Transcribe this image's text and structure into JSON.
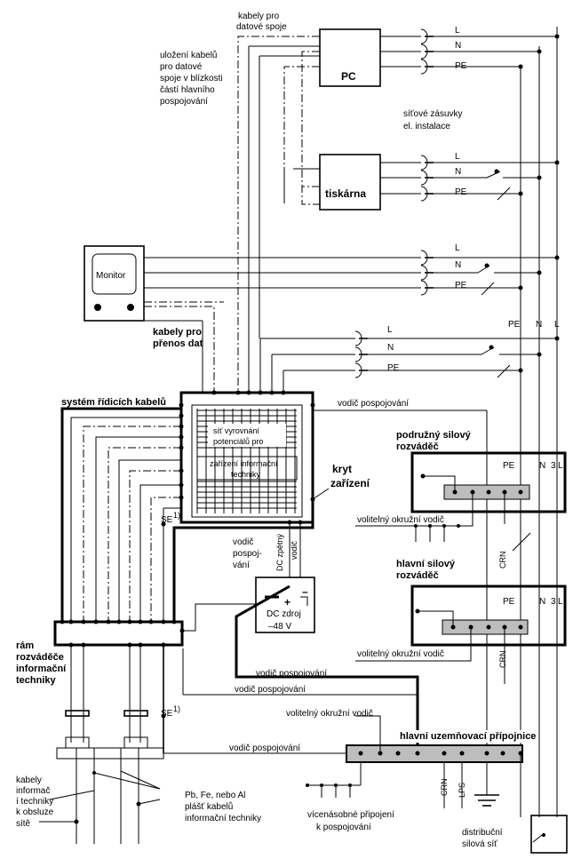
{
  "labels": {
    "data_cables_top": [
      "kabely pro",
      "datové spoje"
    ],
    "cable_routing_note": [
      "uložení kabelů",
      "pro datové",
      "spoje v blízkosti",
      "částí hlavního",
      "pospojování"
    ],
    "pc": "PC",
    "printer": "tiskárna",
    "monitor": "Monitor",
    "socket_note": [
      "síťové zásuvky",
      "el. instalace"
    ],
    "L": "L",
    "N": "N",
    "PE": "PE",
    "data_cables_transfer": [
      "kabely pro",
      "přenos dat"
    ],
    "control_cable_system": "systém řídicích kabelů",
    "potential_grid": [
      "síť vyrovnání",
      "potenciálů pro"
    ],
    "it_equipment": [
      "zařízení informační",
      "techniky"
    ],
    "equipment_cover": [
      "kryt",
      "zařízení"
    ],
    "bonding_conductor": "vodič pospojování",
    "sub_distribution": [
      "podružný silový",
      "rozváděč"
    ],
    "main_distribution": [
      "hlavní silový",
      "rozváděč"
    ],
    "optional_ring": "volitelný okružní vodič",
    "pe_n_3l": "PE N 3L",
    "se": "SE",
    "se_sup": "1)",
    "bonding_vertical": [
      "vodič",
      "pospoj-",
      "vání"
    ],
    "dc_return": [
      "DC zpětný",
      "vodič"
    ],
    "dc_source": [
      "DC zdroj",
      "–48 V"
    ],
    "it_frame": [
      "rám",
      "rozváděče",
      "informační",
      "techniky"
    ],
    "main_earth_bar": "hlavní uzemňovací přípojnice",
    "crn": "CRN",
    "lps": "LPS",
    "info_cables": [
      "kabely",
      "informač",
      "í techniky",
      "k obsluze",
      "sítě"
    ],
    "sheath": [
      "Pb, Fe, nebo Al",
      "plášť kabelů",
      "informační techniky"
    ],
    "multiple_bond": [
      "vícenásobné připojení",
      "k pospojování"
    ],
    "dist_grid": [
      "distribuční",
      "silová síť"
    ],
    "pe_n_l_right": [
      "PE",
      "N",
      "L"
    ],
    "plus": "+",
    "minus": "–"
  }
}
